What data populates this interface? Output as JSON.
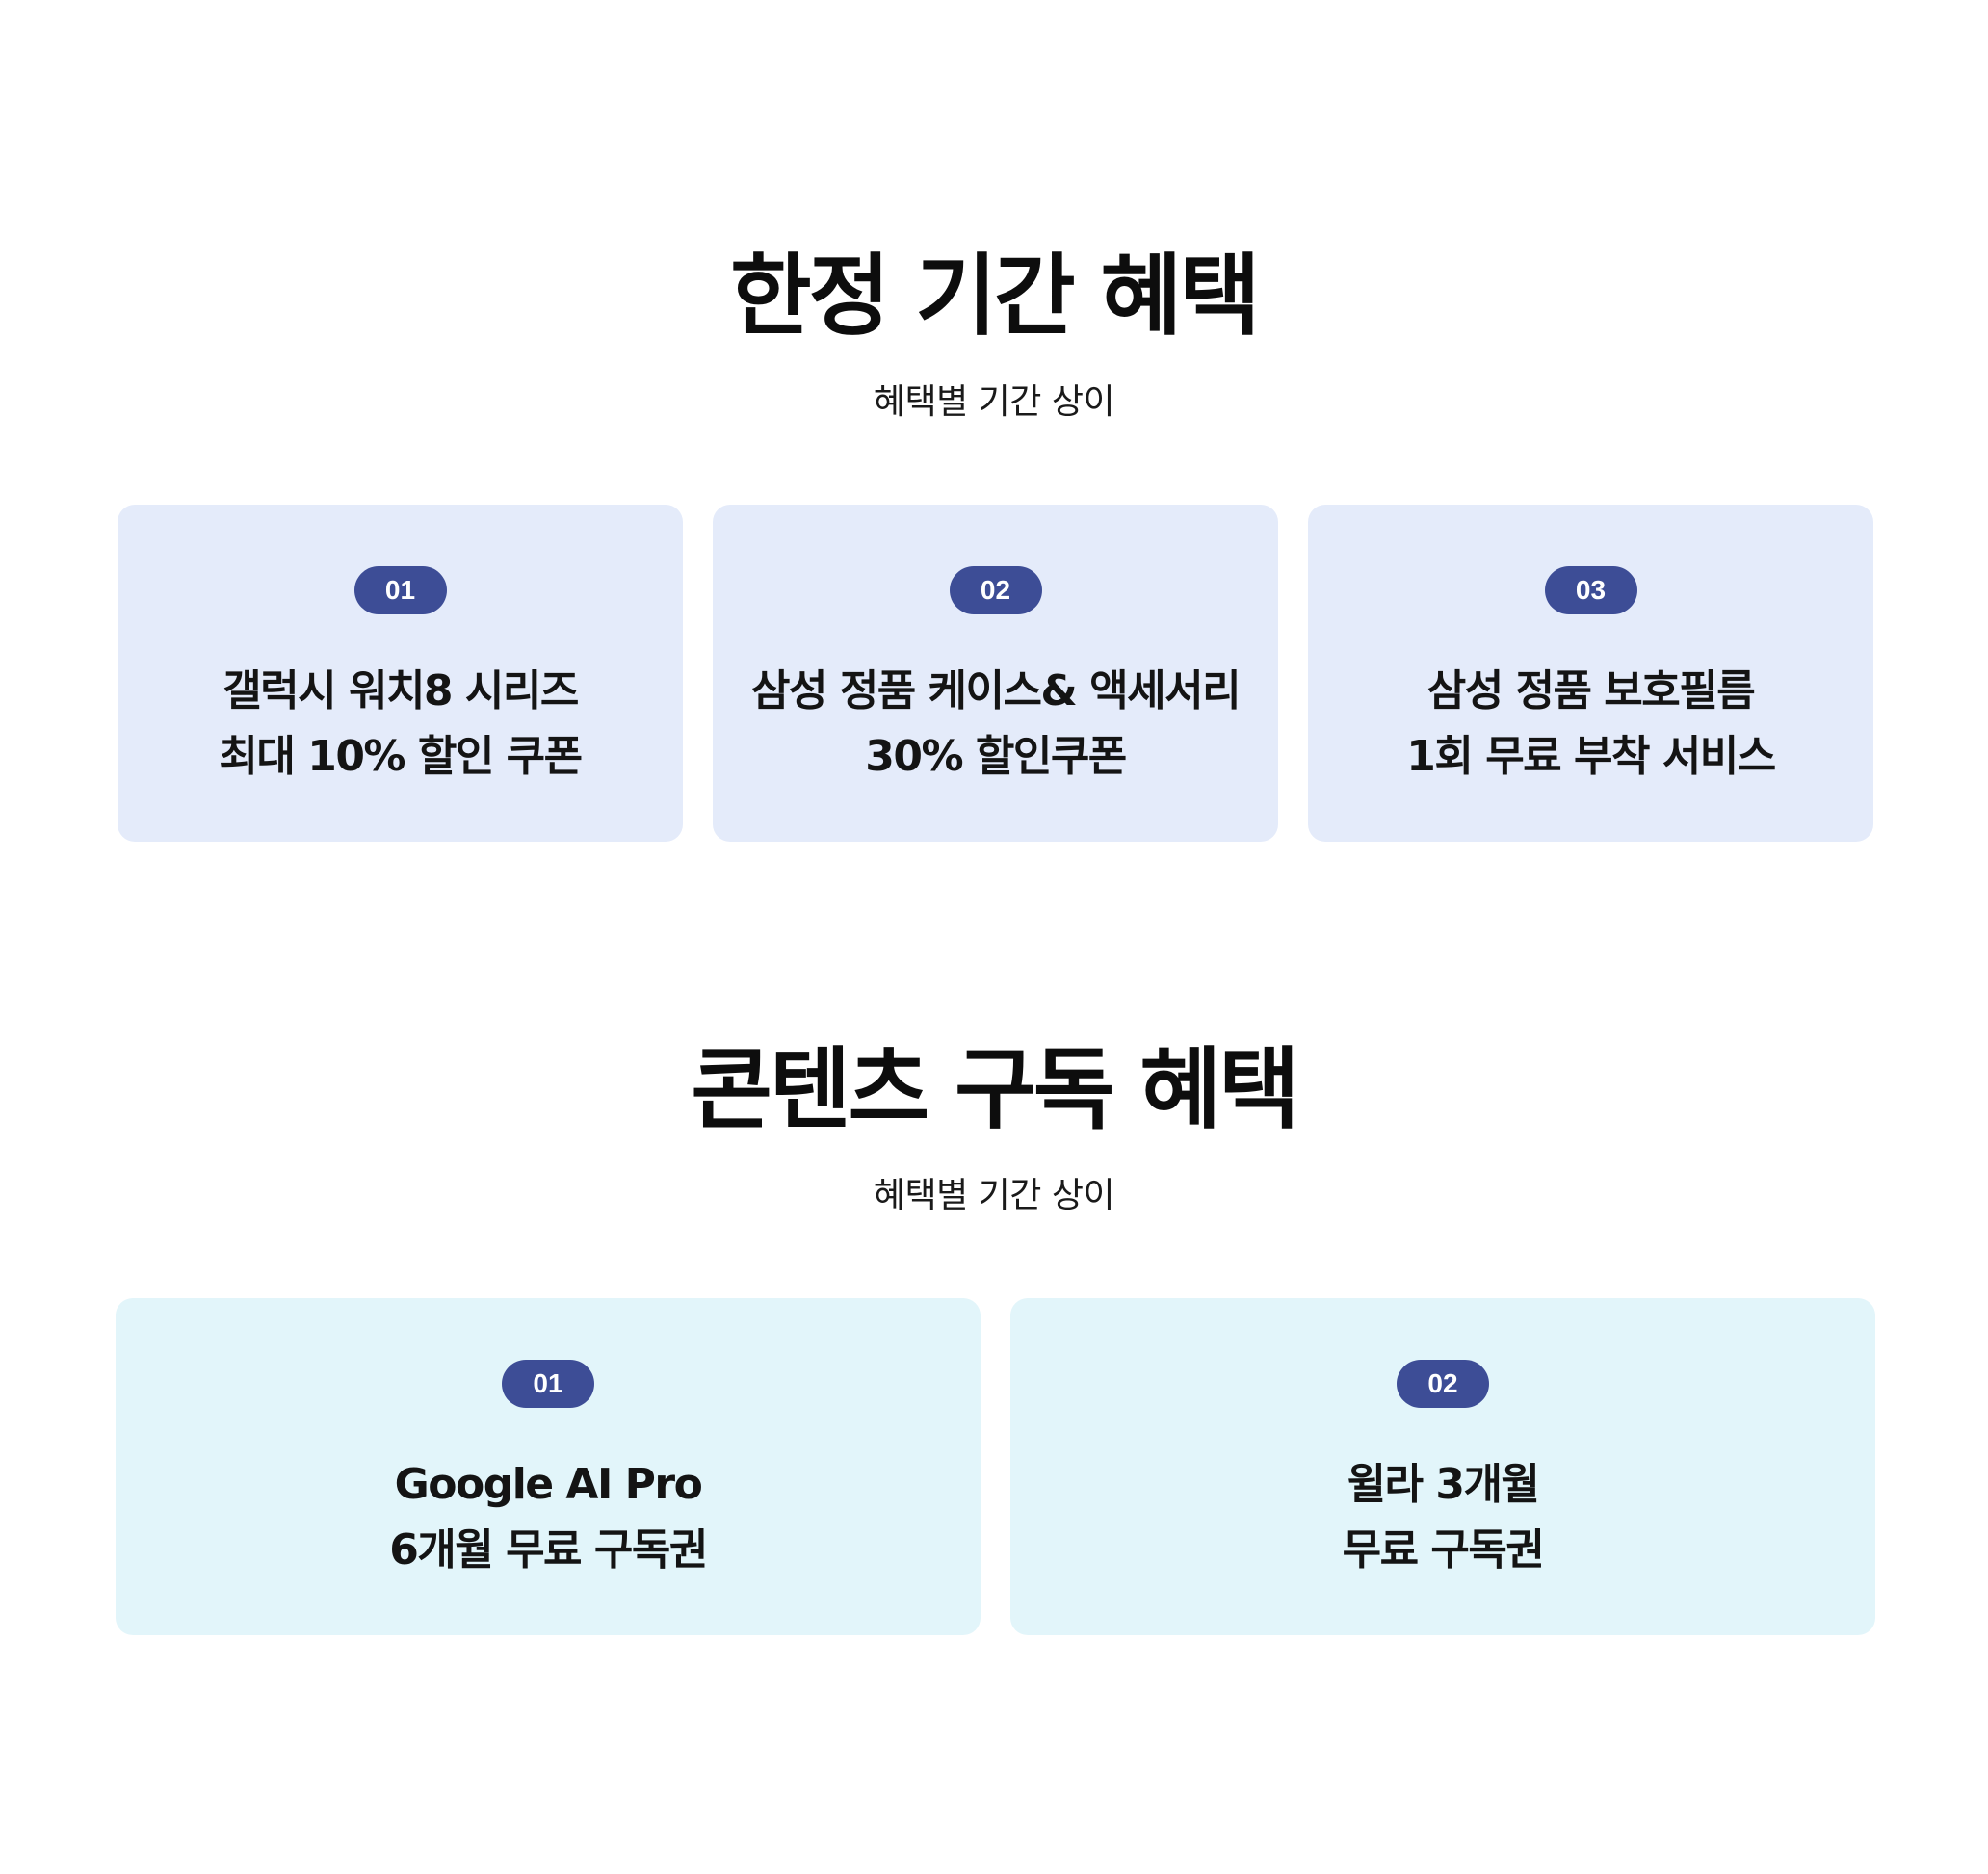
{
  "limited_benefits": {
    "title": "한정 기간 혜택",
    "subtitle": "혜택별 기간 상이",
    "cards": [
      {
        "badge": "01",
        "line1": "갤럭시 워치8 시리즈",
        "line2": "최대 10% 할인 쿠폰"
      },
      {
        "badge": "02",
        "line1": "삼성 정품 케이스& 액세서리",
        "line2": "30% 할인쿠폰"
      },
      {
        "badge": "03",
        "line1": "삼성 정품 보호필름",
        "line2": "1회 무료 부착 서비스"
      }
    ]
  },
  "content_benefits": {
    "title": "콘텐츠 구독 혜택",
    "subtitle": "혜택별 기간 상이",
    "cards": [
      {
        "badge": "01",
        "line1": "Google AI Pro",
        "line2": "6개월 무료 구독권"
      },
      {
        "badge": "02",
        "line1": "윌라 3개월",
        "line2": "무료 구독권"
      }
    ]
  },
  "colors": {
    "badge": "#3d4d96",
    "limited_card_bg": "#e4ebfa",
    "content_card_bg": "#e2f5fa",
    "text": "#111111"
  }
}
